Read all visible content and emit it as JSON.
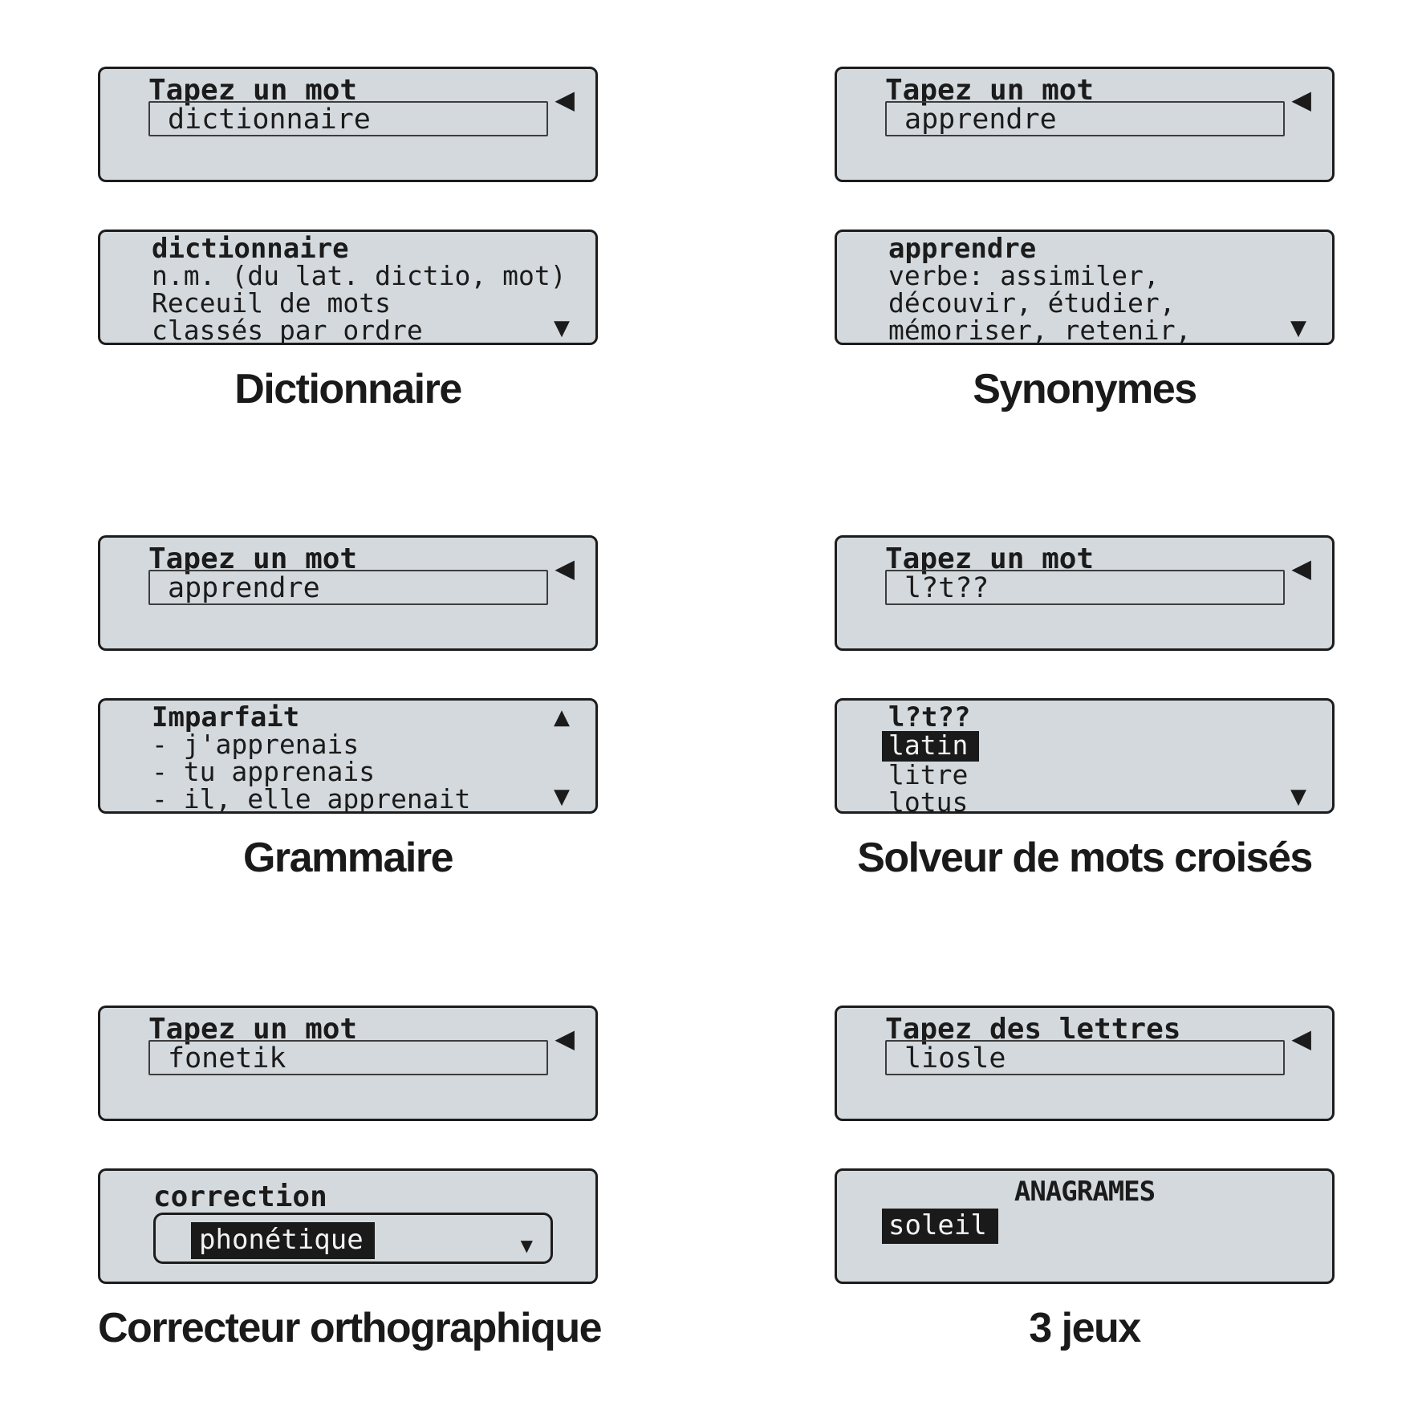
{
  "colors": {
    "page_bg": "#ffffff",
    "panel_bg": "#d4d9dd",
    "panel_border": "#1c1c1c",
    "text": "#1b1b1b",
    "highlight_bg": "#1a1a1a",
    "highlight_text": "#f2f2f2"
  },
  "icons": {
    "back": "◀",
    "up": "▲",
    "down": "▼"
  },
  "groups": [
    {
      "caption": "Dictionnaire",
      "input": {
        "label": "Tapez un mot",
        "value": "dictionnaire"
      },
      "result": {
        "lines": [
          "dictionnaire",
          "n.m. (du lat. dictio, mot)",
          "Receuil de mots",
          "classés par ordre"
        ]
      }
    },
    {
      "caption": "Synonymes",
      "input": {
        "label": "Tapez un mot",
        "value": "apprendre"
      },
      "result": {
        "lines": [
          "apprendre",
          "verbe: assimiler,",
          "découvir, étudier,",
          "mémoriser, retenir,"
        ]
      }
    },
    {
      "caption": "Grammaire",
      "input": {
        "label": "Tapez un mot",
        "value": "apprendre"
      },
      "result": {
        "lines": [
          "Imparfait",
          "- j'apprenais",
          "- tu apprenais",
          "- il, elle apprenait"
        ]
      }
    },
    {
      "caption": "Solveur de mots croisés",
      "input": {
        "label": "Tapez un mot",
        "value": "l?t??"
      },
      "result": {
        "header": "l?t??",
        "selected": "latin",
        "items": [
          "litre",
          "lotus"
        ]
      }
    },
    {
      "caption": "Correcteur orthographique",
      "input": {
        "label": "Tapez un mot",
        "value": "fonetik"
      },
      "result": {
        "header": "correction",
        "selected": "phonétique"
      }
    },
    {
      "caption": "3 jeux",
      "input": {
        "label": "Tapez des lettres",
        "value": "liosle"
      },
      "result": {
        "header": "ANAGRAMES",
        "selected": "soleil"
      }
    }
  ]
}
